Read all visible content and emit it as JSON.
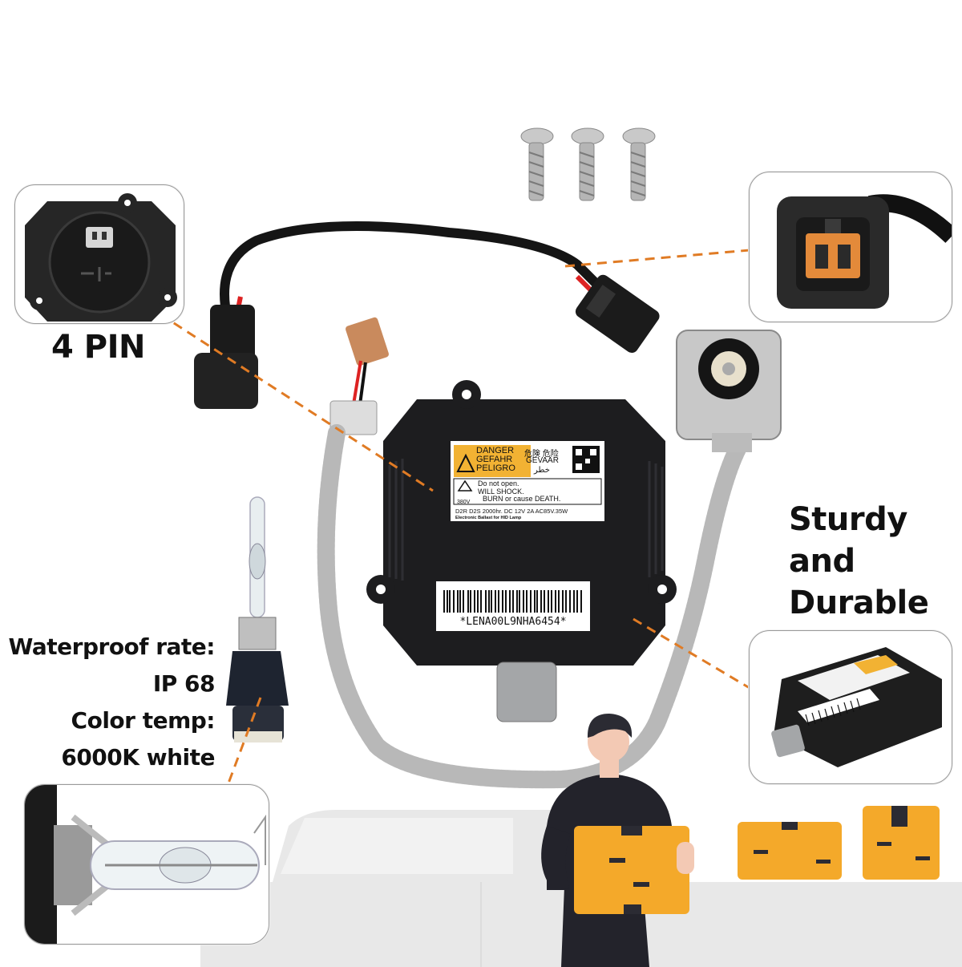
{
  "callouts": {
    "pin_count": "4 PIN",
    "durability": [
      "Sturdy",
      "and",
      "Durable"
    ],
    "waterproof_label": "Waterproof rate:",
    "waterproof_value": "IP 68",
    "color_temp_label": "Color temp:",
    "color_temp_value": "6000K white"
  },
  "ballast_label": {
    "danger_words": [
      "DANGER",
      "GEFAHR",
      "PELIGRO"
    ],
    "danger_words_cjk": "危険 危险",
    "gevaar": "GEVAAR",
    "arabic": "خطر",
    "warning_line1": "Do not open.",
    "warning_line2": "WILL SHOCK.",
    "warning_line3": "BURN or cause DEATH.",
    "voltage": "380V",
    "spec_line": "D2R  D2S 2000hr. DC 12V 2A AC85V.35W",
    "product_line": "Electronic Ballast for HID Lamp",
    "serial": "*LENA00L9NHA6454*"
  },
  "colors": {
    "accent_orange": "#e07b24",
    "box_yellow": "#f4a92a",
    "ballast_black": "#1d1d1f",
    "warning_yellow": "#f2b233",
    "figure_dark": "#2b2b33",
    "truck_gray": "#e6e6e6"
  }
}
